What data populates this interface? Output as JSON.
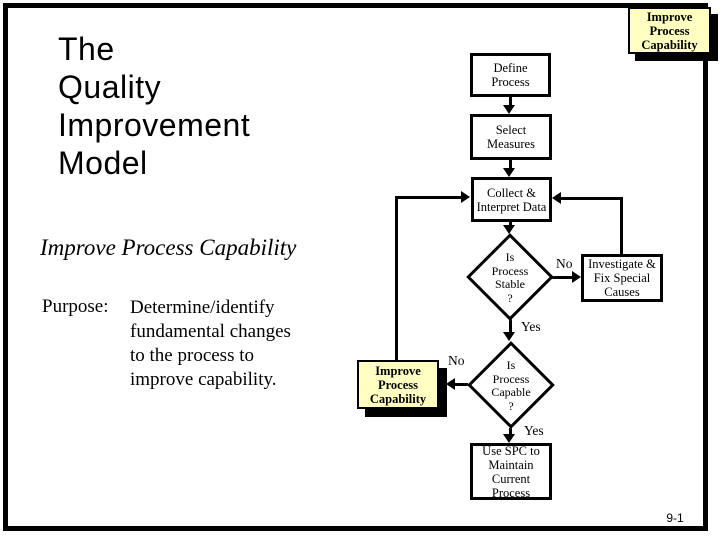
{
  "slide": {
    "title": "The\nQuality\nImprovement\nModel",
    "section_heading": "Improve Process Capability",
    "purpose_label": "Purpose:",
    "purpose_text": "Determine/identify\nfundamental changes\nto the process to\nimprove capability.",
    "page_number": "9-1"
  },
  "corner_badge": {
    "label": "Improve\nProcess\nCapability"
  },
  "flowchart": {
    "define_process": {
      "label": "Define Process"
    },
    "select_measures": {
      "label": "Select\nMeasures"
    },
    "collect_interpret": {
      "label": "Collect &\nInterpret Data"
    },
    "is_process_stable": {
      "label": "Is\nProcess\nStable\n?"
    },
    "investigate_fix": {
      "label": "Investigate &\nFix Special\nCauses"
    },
    "improve_capability": {
      "label": "Improve\nProcess\nCapability"
    },
    "is_process_capable": {
      "label": "Is\nProcess\nCapable\n?"
    },
    "use_spc": {
      "label": "Use SPC to\nMaintain\nCurrent\nProcess"
    },
    "branch_labels": {
      "stable_no": "No",
      "stable_yes": "Yes",
      "capable_no": "No",
      "capable_yes": "Yes"
    }
  },
  "colors": {
    "highlight": "#FFFFC2",
    "ink": "#000000",
    "background": "#FFFFFF"
  }
}
